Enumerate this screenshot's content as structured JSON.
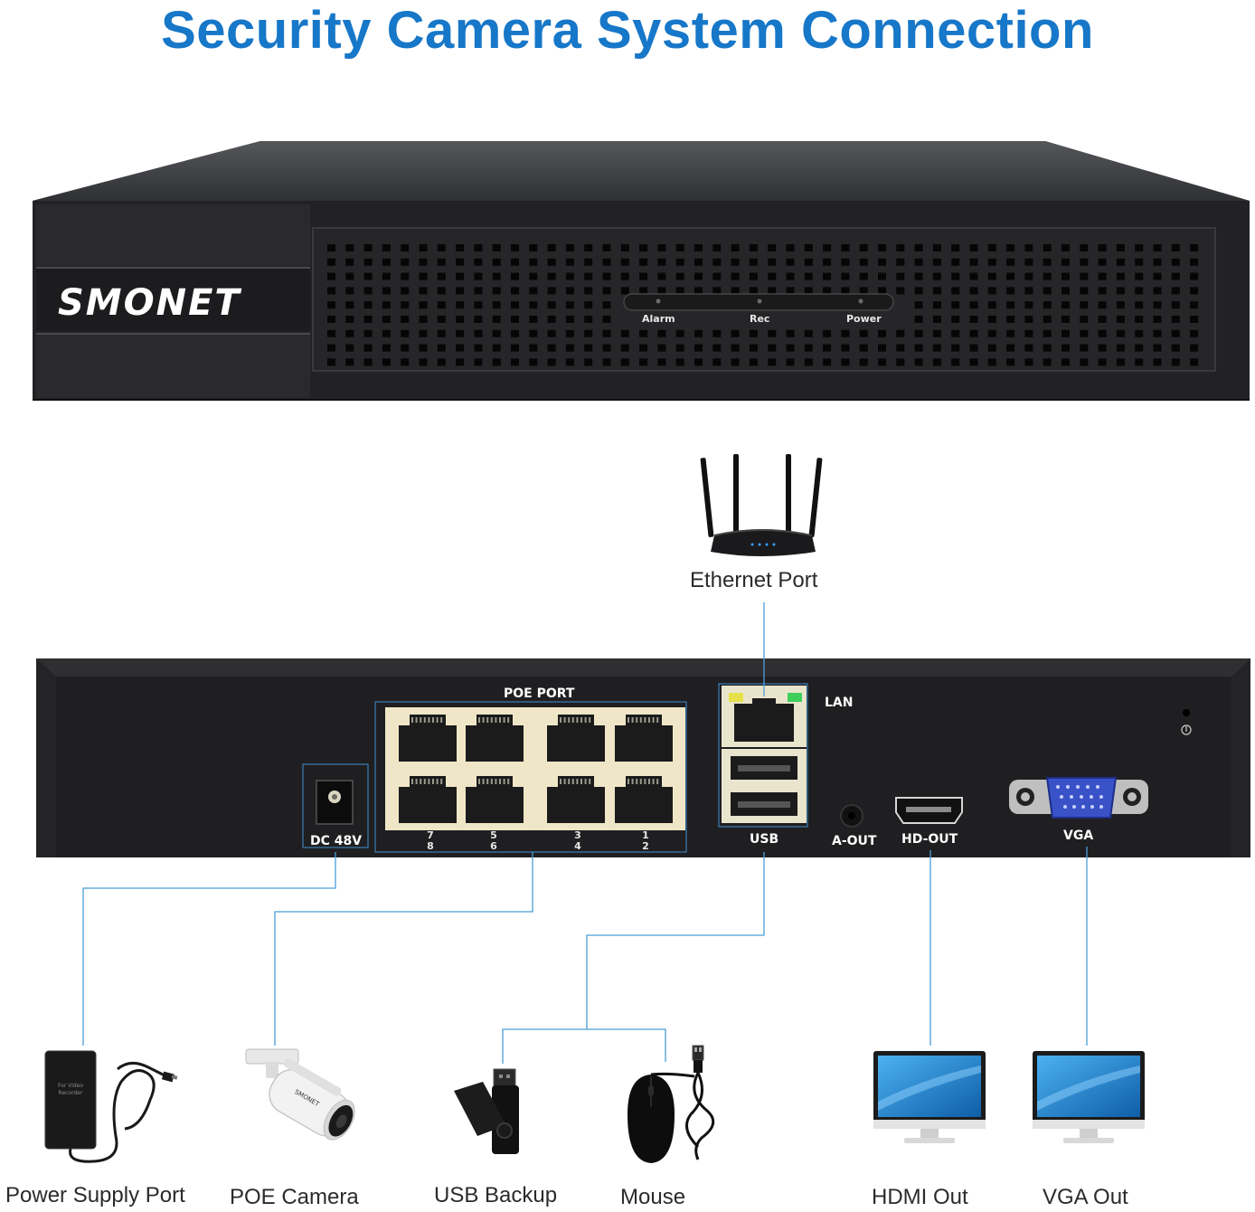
{
  "title": "Security Camera System Connection",
  "device": {
    "brand": "SMONET",
    "front_indicators": [
      "Alarm",
      "Rec",
      "Power"
    ]
  },
  "rear_panel": {
    "power_port": "DC 48V",
    "poe_port": "POE PORT",
    "poe_numbers_top": [
      "7",
      "5",
      "3",
      "1"
    ],
    "poe_numbers_bottom": [
      "8",
      "6",
      "4",
      "2"
    ],
    "lan": "LAN",
    "usb": "USB",
    "audio_out": "A-OUT",
    "hdmi_out": "HD-OUT",
    "vga": "VGA"
  },
  "router_label": "Ethernet Port",
  "peripherals": [
    {
      "label": "Power Supply Port"
    },
    {
      "label": "POE Camera"
    },
    {
      "label": "USB Backup"
    },
    {
      "label": "Mouse"
    },
    {
      "label": "HDMI Out"
    },
    {
      "label": "VGA Out"
    }
  ],
  "colors": {
    "title": "#1777c8",
    "connector_line": "#4a9fd8",
    "device_body": "#2b2b2d",
    "poe_block": "#efe6c8",
    "lan_led_left": "#e6e14a",
    "lan_led_right": "#3ecf5a",
    "vga_port": "#3a52c8",
    "monitor_screen": "#1d86d4"
  },
  "lettering": {
    "adapter_print": "For Video Recorder",
    "camera_print": "SMONET"
  }
}
